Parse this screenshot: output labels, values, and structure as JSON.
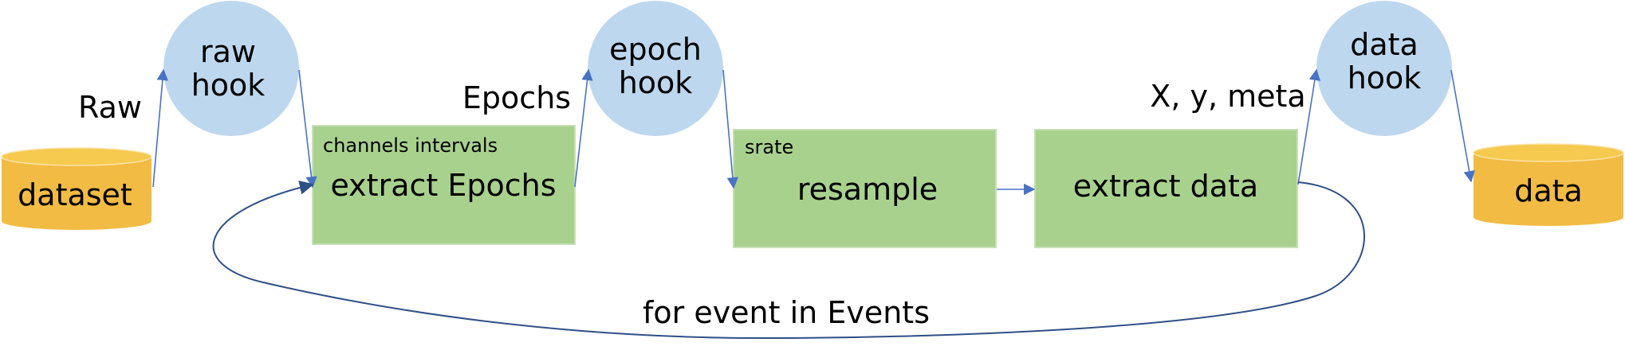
{
  "colors": {
    "hook_fill": "#bdd7ee",
    "box_fill": "#a9d18e",
    "box_stroke": "#c5e0b4",
    "db_fill": "#f2bb44",
    "db_top": "#f6c94f",
    "arrow": "#4a72c4",
    "loop": "#2f4f86"
  },
  "nodes": {
    "dataset": "dataset",
    "raw_hook": {
      "line1": "raw",
      "line2": "hook"
    },
    "epoch_hook": {
      "line1": "epoch",
      "line2": "hook"
    },
    "data_hook": {
      "line1": "data",
      "line2": "hook"
    },
    "extract_epochs": {
      "param": "channels intervals",
      "title": "extract Epochs"
    },
    "resample": {
      "param": "srate",
      "title": "resample"
    },
    "extract_data": {
      "title": "extract data"
    },
    "data_out": "data"
  },
  "edge_labels": {
    "raw": "Raw",
    "epochs": "Epochs",
    "xy_meta": "X, y, meta",
    "loop": "for event in Events"
  }
}
